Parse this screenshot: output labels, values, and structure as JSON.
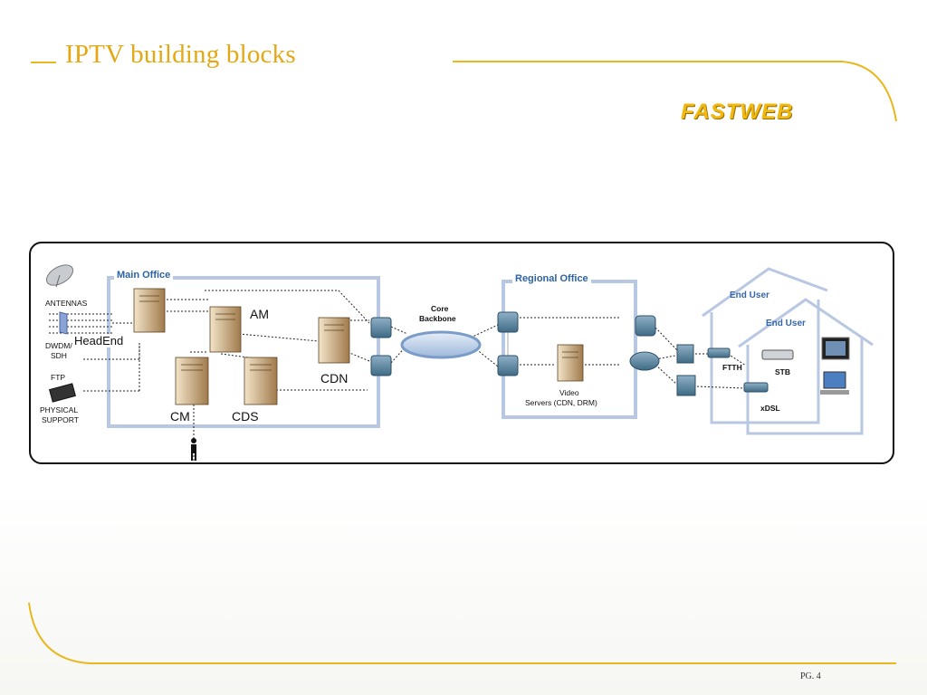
{
  "slide": {
    "title": "IPTV building blocks",
    "logo_text": "FASTWEB",
    "page_number": "PG. 4",
    "accent_color": "#e9b81e"
  },
  "diagram": {
    "sources": {
      "antennas": "ANTENNAS",
      "dwdm": "DWDM/",
      "sdh": "SDH",
      "ftp": "FTP",
      "physical": "PHYSICAL",
      "support": "SUPPORT"
    },
    "main_office": {
      "title": "Main Office",
      "headend": "HeadEnd",
      "am": "AM",
      "cm": "CM",
      "cds": "CDS",
      "cdn": "CDN"
    },
    "core": {
      "line1": "Core",
      "line2": "Backbone"
    },
    "regional_office": {
      "title": "Regional Office",
      "video_line1": "Video",
      "video_line2": "Servers (CDN, DRM)"
    },
    "end_user": {
      "title_outer": "End User",
      "title_inner": "End User",
      "ftth": "FTTH",
      "stb": "STB",
      "xdsl": "xDSL"
    },
    "colors": {
      "zone_border": "#b9c8e2",
      "zone_title": "#2c62a6",
      "device": "#4f7f9c",
      "server": "#b08a5a"
    }
  }
}
